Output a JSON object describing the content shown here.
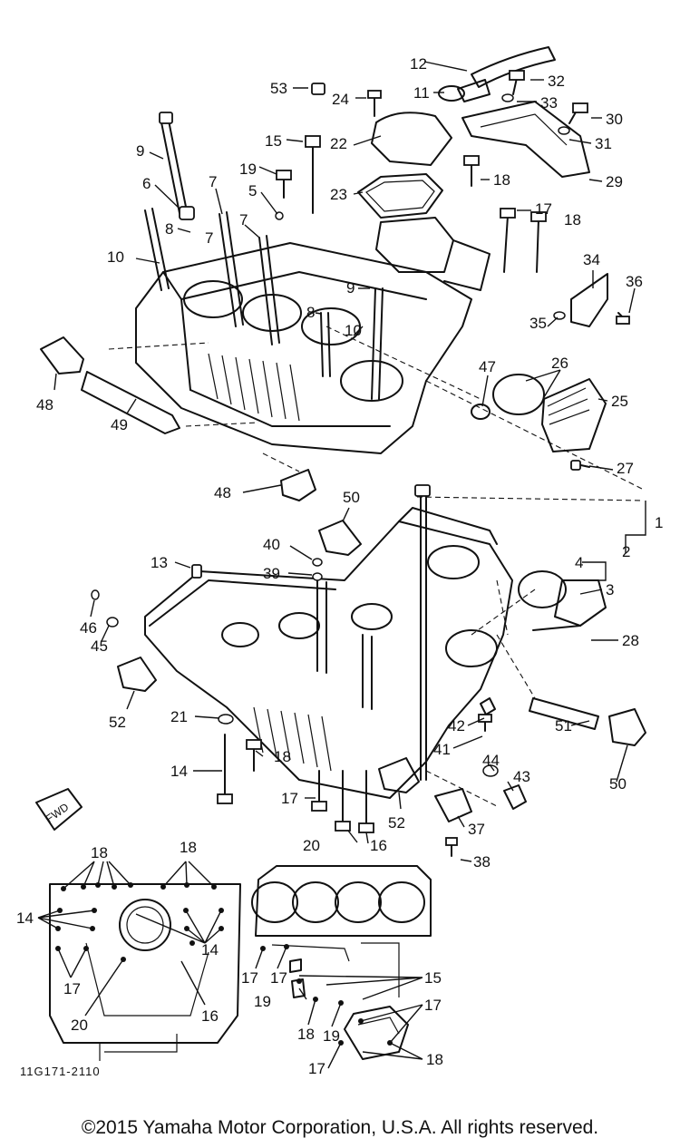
{
  "diagram": {
    "callouts": [
      "12",
      "11",
      "32",
      "33",
      "53",
      "24",
      "30",
      "31",
      "22",
      "29",
      "15",
      "23",
      "19",
      "18",
      "9",
      "6",
      "5",
      "7",
      "17",
      "10",
      "8",
      "34",
      "36",
      "35",
      "47",
      "26",
      "25",
      "48",
      "49",
      "27",
      "50",
      "1",
      "40",
      "13",
      "39",
      "4",
      "2",
      "3",
      "46",
      "45",
      "28",
      "52",
      "21",
      "14",
      "42",
      "41",
      "44",
      "43",
      "51",
      "37",
      "38",
      "16",
      "20"
    ],
    "fwd_label": "FWD",
    "diagram_code": "11G171-2110",
    "detail_left_callouts": [
      "18",
      "18",
      "14",
      "14",
      "17",
      "20",
      "16"
    ],
    "detail_right_callouts": [
      "17",
      "17",
      "15",
      "19",
      "18",
      "19",
      "17",
      "17",
      "18"
    ]
  },
  "footer": {
    "copyright": "©2015 Yamaha Motor Corporation, U.S.A. All rights reserved."
  }
}
